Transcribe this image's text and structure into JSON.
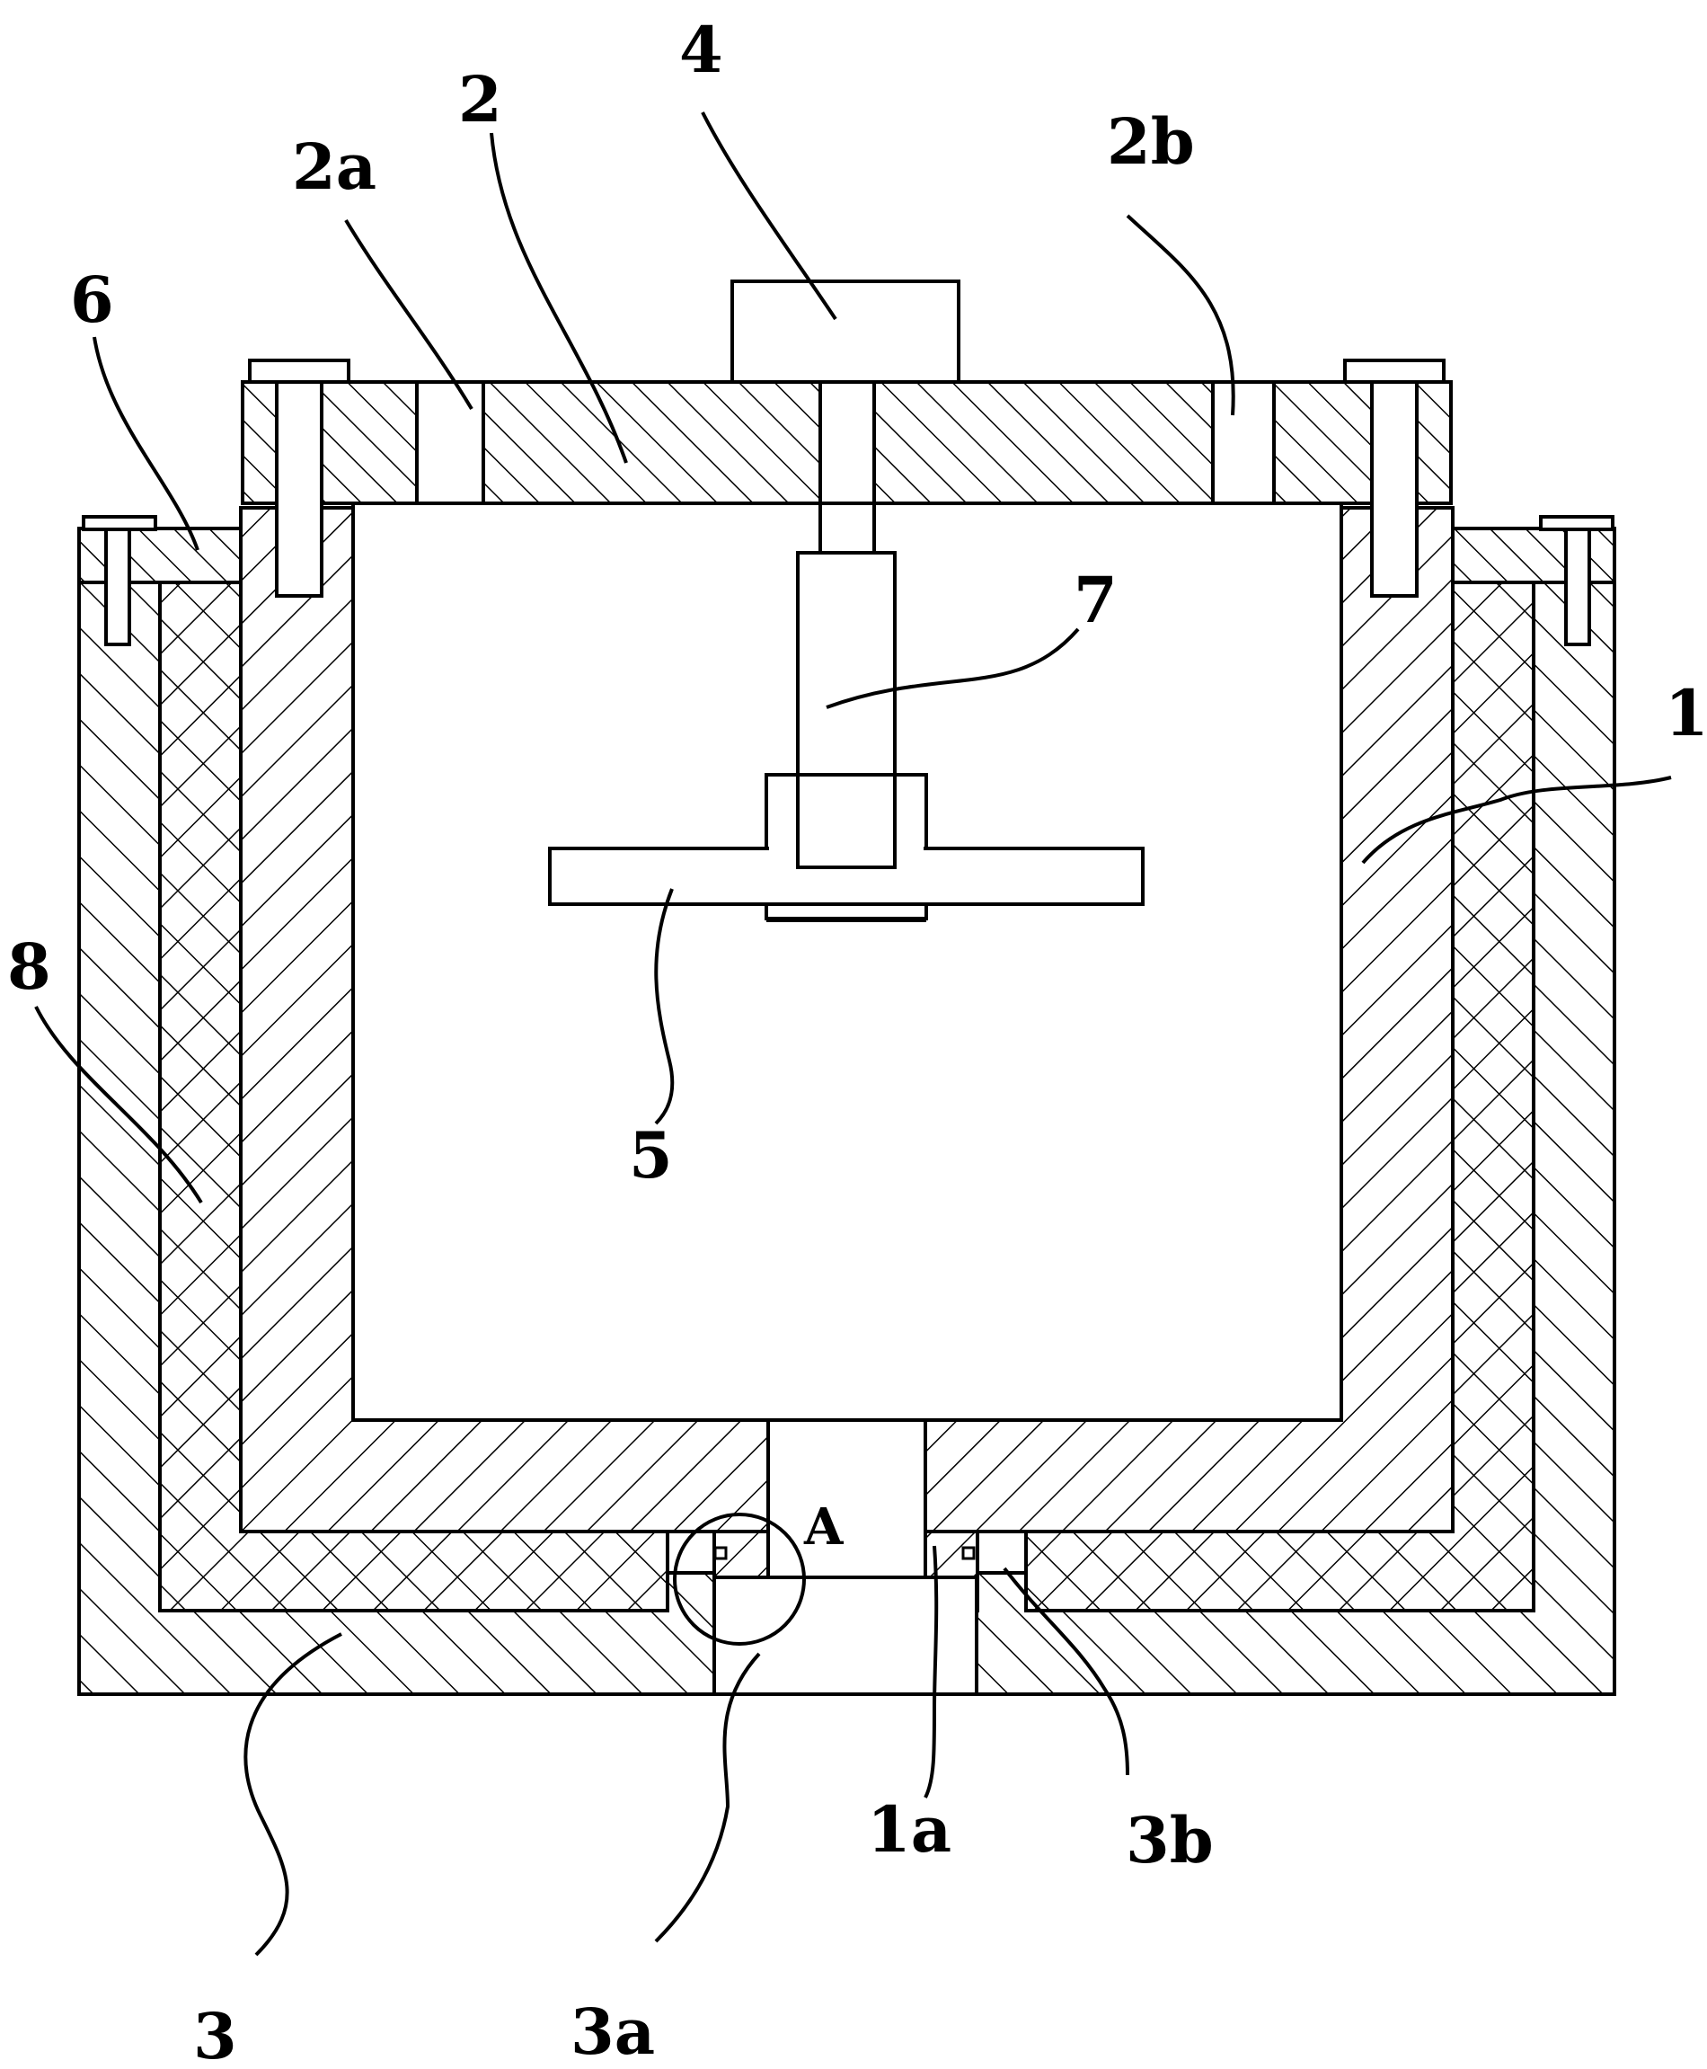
{
  "labels": {
    "n1": "1",
    "n1a": "1a",
    "n2": "2",
    "n2a": "2a",
    "n2b": "2b",
    "n3": "3",
    "n3a": "3a",
    "n3b": "3b",
    "n4": "4",
    "n5": "5",
    "n6": "6",
    "n7": "7",
    "n8": "8",
    "detailA": "A"
  },
  "colors": {
    "line": "#000000",
    "background": "#ffffff"
  }
}
